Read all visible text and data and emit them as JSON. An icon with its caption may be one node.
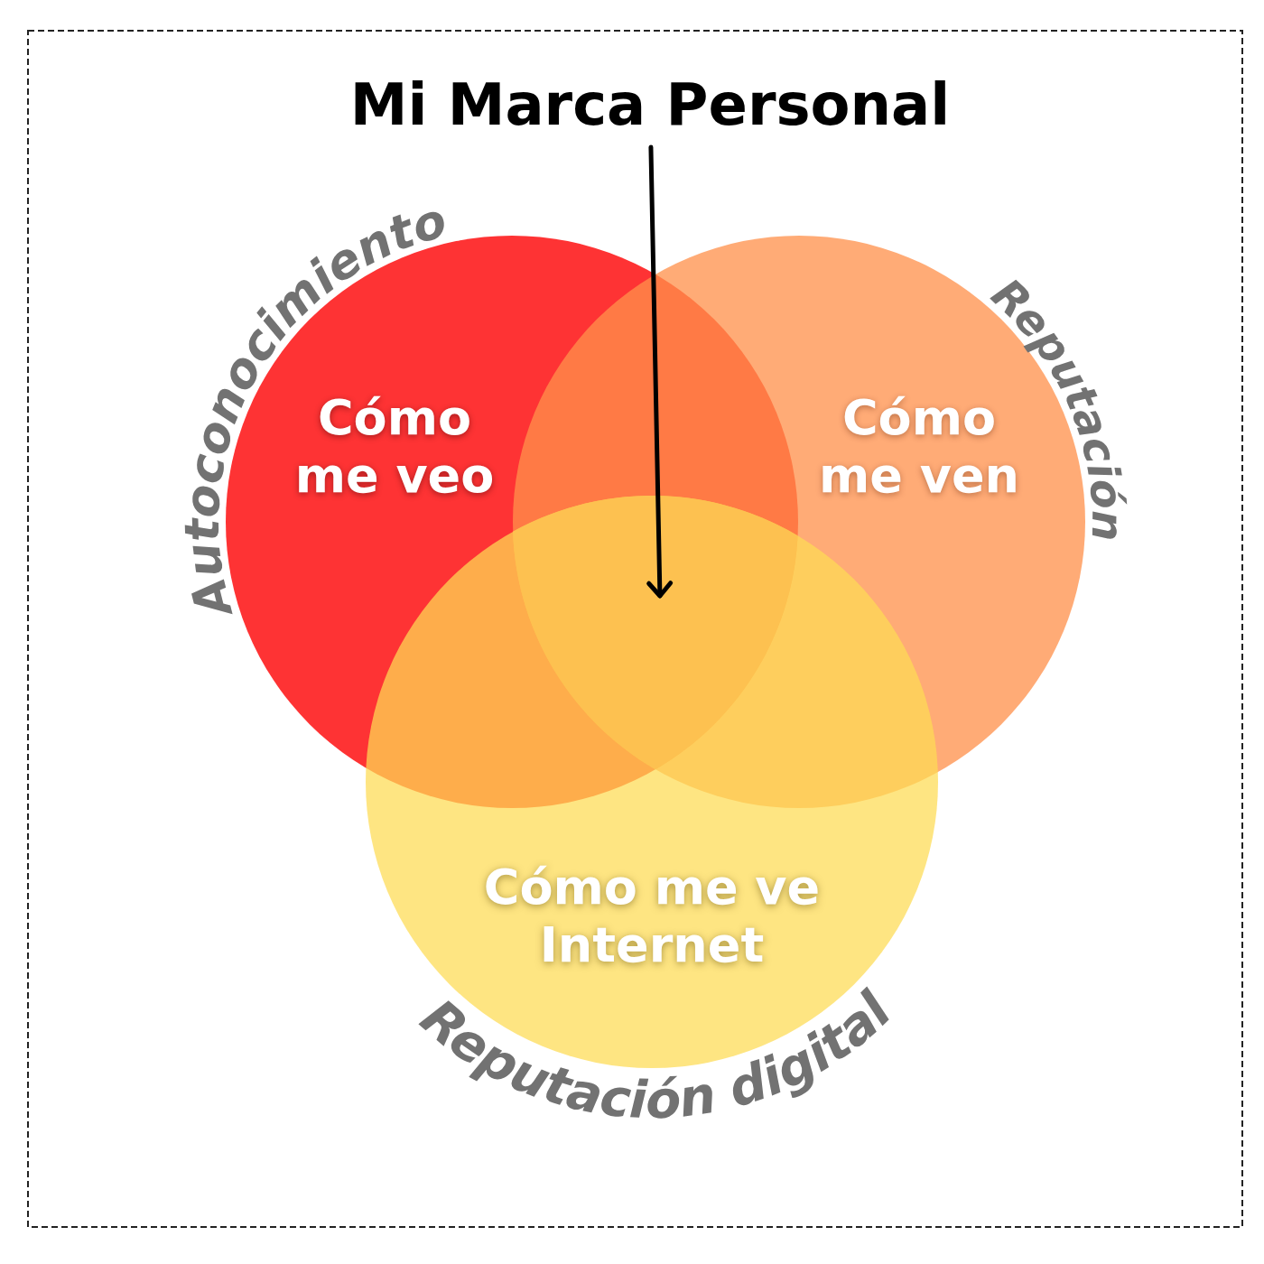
{
  "diagram": {
    "nodes": [
      {
        "text": [
          "Mi Marca Personal"
        ]
      },
      {
        "text": [
          "Autoconocimiento",
          "Cómo me veo"
        ]
      },
      {
        "text": [
          "Reputación",
          "Cómo me ven"
        ]
      },
      {
        "text": [
          "Cómo me ve Internet",
          "Reputación digital"
        ]
      },
      {
        "text": [],
        "shape": "triangle"
      }
    ],
    "edges": [
      {
        "from": 0,
        "to": 4,
        "arrow": "to"
      }
    ]
  }
}
